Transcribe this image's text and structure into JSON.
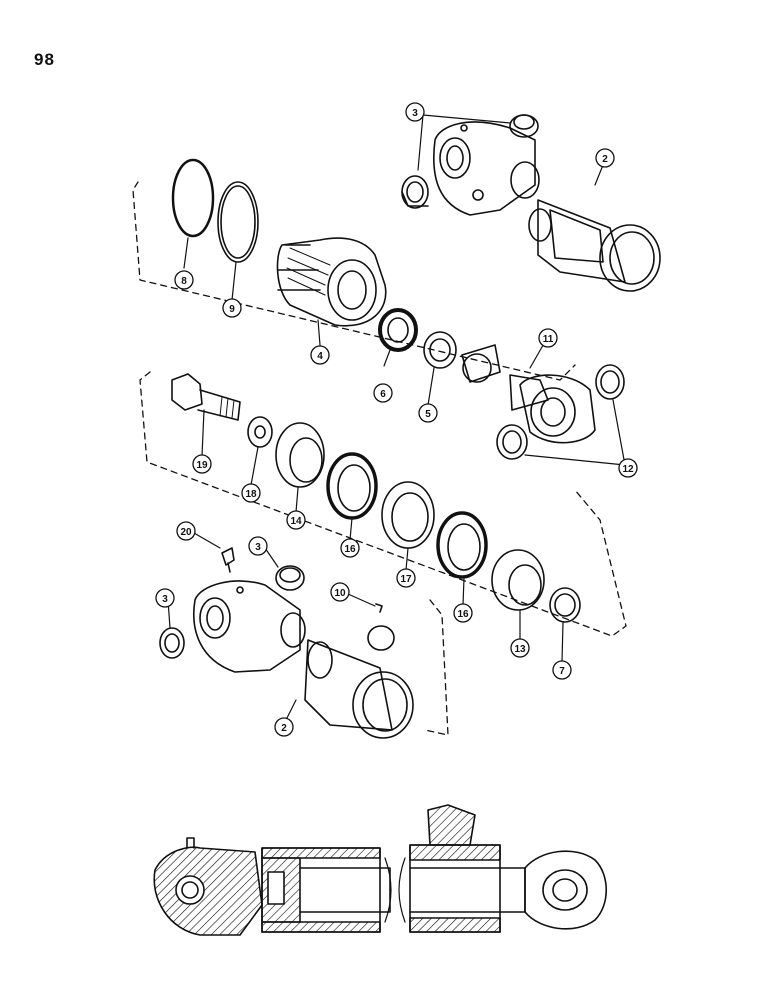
{
  "page": {
    "number": "98"
  },
  "callouts": [
    {
      "id": "c2a",
      "label": "2"
    },
    {
      "id": "c2b",
      "label": "2"
    },
    {
      "id": "c3a",
      "label": "3"
    },
    {
      "id": "c3b",
      "label": "3"
    },
    {
      "id": "c3c",
      "label": "3"
    },
    {
      "id": "c4",
      "label": "4"
    },
    {
      "id": "c5",
      "label": "5"
    },
    {
      "id": "c6",
      "label": "6"
    },
    {
      "id": "c7",
      "label": "7"
    },
    {
      "id": "c8",
      "label": "8"
    },
    {
      "id": "c9",
      "label": "9"
    },
    {
      "id": "c10",
      "label": "10"
    },
    {
      "id": "c11",
      "label": "11"
    },
    {
      "id": "c12",
      "label": "12"
    },
    {
      "id": "c13",
      "label": "13"
    },
    {
      "id": "c14",
      "label": "14"
    },
    {
      "id": "c16a",
      "label": "16"
    },
    {
      "id": "c16b",
      "label": "16"
    },
    {
      "id": "c17",
      "label": "17"
    },
    {
      "id": "c18",
      "label": "18"
    },
    {
      "id": "c19",
      "label": "19"
    },
    {
      "id": "c20",
      "label": "20"
    }
  ],
  "colors": {
    "ink": "#111111",
    "paper": "#ffffff"
  }
}
